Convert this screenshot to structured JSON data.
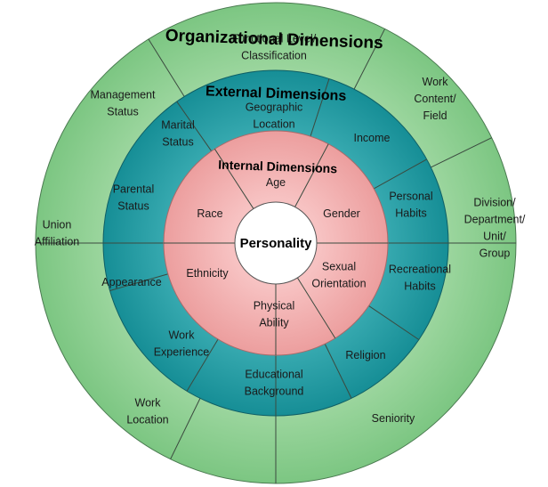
{
  "colors": {
    "organizational_ring": "#7cc682",
    "organizational_ring_light": "#a8dca9",
    "external_ring": "#168e96",
    "external_ring_light": "#3fb0b6",
    "internal_ring": "#ec9e9e",
    "internal_ring_light": "#f7c2c2",
    "core": "#ffffff"
  },
  "rings": {
    "organizational": {
      "title": "Organizational Dimensions",
      "segments": [
        [
          "Functional Level/",
          "Classification"
        ],
        [
          "Work",
          "Content/",
          "Field"
        ],
        [
          "Division/",
          "Department/",
          "Unit/",
          "Group"
        ],
        [
          "Seniority"
        ],
        [
          "Work",
          "Location"
        ],
        [
          "Union",
          "Affiliation"
        ],
        [
          "Management",
          "Status"
        ]
      ]
    },
    "external": {
      "title": "External Dimensions",
      "segments": [
        [
          "Geographic",
          "Location"
        ],
        [
          "Income"
        ],
        [
          "Personal",
          "Habits"
        ],
        [
          "Recreational",
          "Habits"
        ],
        [
          "Religion"
        ],
        [
          "Educational",
          "Background"
        ],
        [
          "Work",
          "Experience"
        ],
        [
          "Appearance"
        ],
        [
          "Parental",
          "Status"
        ],
        [
          "Marital",
          "Status"
        ]
      ]
    },
    "internal": {
      "title": "Internal Dimensions",
      "segments": [
        [
          "Age"
        ],
        [
          "Gender"
        ],
        [
          "Sexual",
          "Orientation"
        ],
        [
          "Physical",
          "Ability"
        ],
        [
          "Ethnicity"
        ],
        [
          "Race"
        ]
      ]
    },
    "core": {
      "label": "Personality"
    }
  }
}
